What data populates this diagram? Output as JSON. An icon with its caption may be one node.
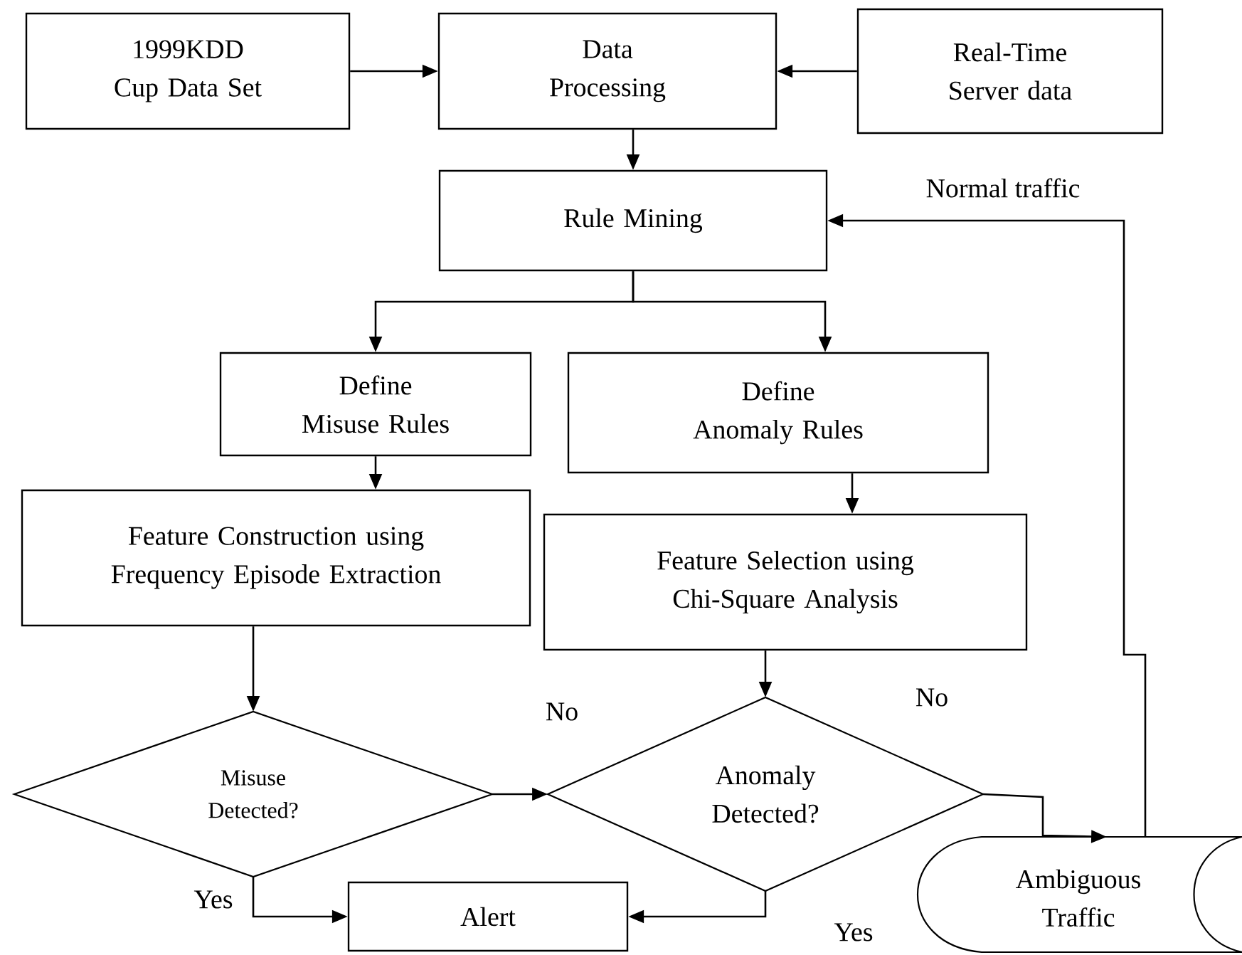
{
  "diagram": {
    "nodes": [
      {
        "text": [
          "1999KDD Cup Data Set"
        ]
      },
      {
        "text": [
          "Data Processing"
        ]
      },
      {
        "text": [
          "Real-Time Server data"
        ]
      },
      {
        "text": [
          "Rule Mining"
        ]
      },
      {
        "text": [
          "Define Misuse Rules"
        ]
      },
      {
        "text": [
          "Define Anomaly Rules"
        ]
      },
      {
        "text": [
          "Feature Construction using Frequency Episode Extraction"
        ]
      },
      {
        "text": [
          "Feature Selection using Chi-Square Analysis"
        ]
      },
      {
        "text": [
          "Misuse Detected?"
        ]
      },
      {
        "text": [
          "Anomaly Detected?"
        ]
      },
      {
        "text": [
          "Alert"
        ]
      },
      {
        "text": [
          "Ambiguous Traffic"
        ]
      }
    ],
    "edges": [
      {
        "from": 0,
        "to": 1,
        "arrow": "to"
      },
      {
        "from": 2,
        "to": 1,
        "arrow": "to"
      },
      {
        "from": 1,
        "to": 3,
        "arrow": "to"
      },
      {
        "from": 3,
        "to": 4,
        "arrow": "to"
      },
      {
        "from": 3,
        "to": 5,
        "arrow": "to"
      },
      {
        "from": 4,
        "to": 6,
        "arrow": "to"
      },
      {
        "from": 5,
        "to": 7,
        "arrow": "to"
      },
      {
        "from": 6,
        "to": 8,
        "arrow": "to"
      },
      {
        "from": 7,
        "to": 9,
        "arrow": "to"
      },
      {
        "from": 8,
        "to": 9,
        "arrow": "to",
        "label": "No"
      },
      {
        "from": 9,
        "to": 11,
        "arrow": "to",
        "label": "No"
      },
      {
        "from": 11,
        "to": 3,
        "arrow": "to",
        "label": "Normal traffic"
      },
      {
        "from": 8,
        "to": 10,
        "arrow": "to",
        "label": "Yes"
      },
      {
        "from": 9,
        "to": 10,
        "arrow": "to",
        "label": "Yes"
      }
    ]
  }
}
